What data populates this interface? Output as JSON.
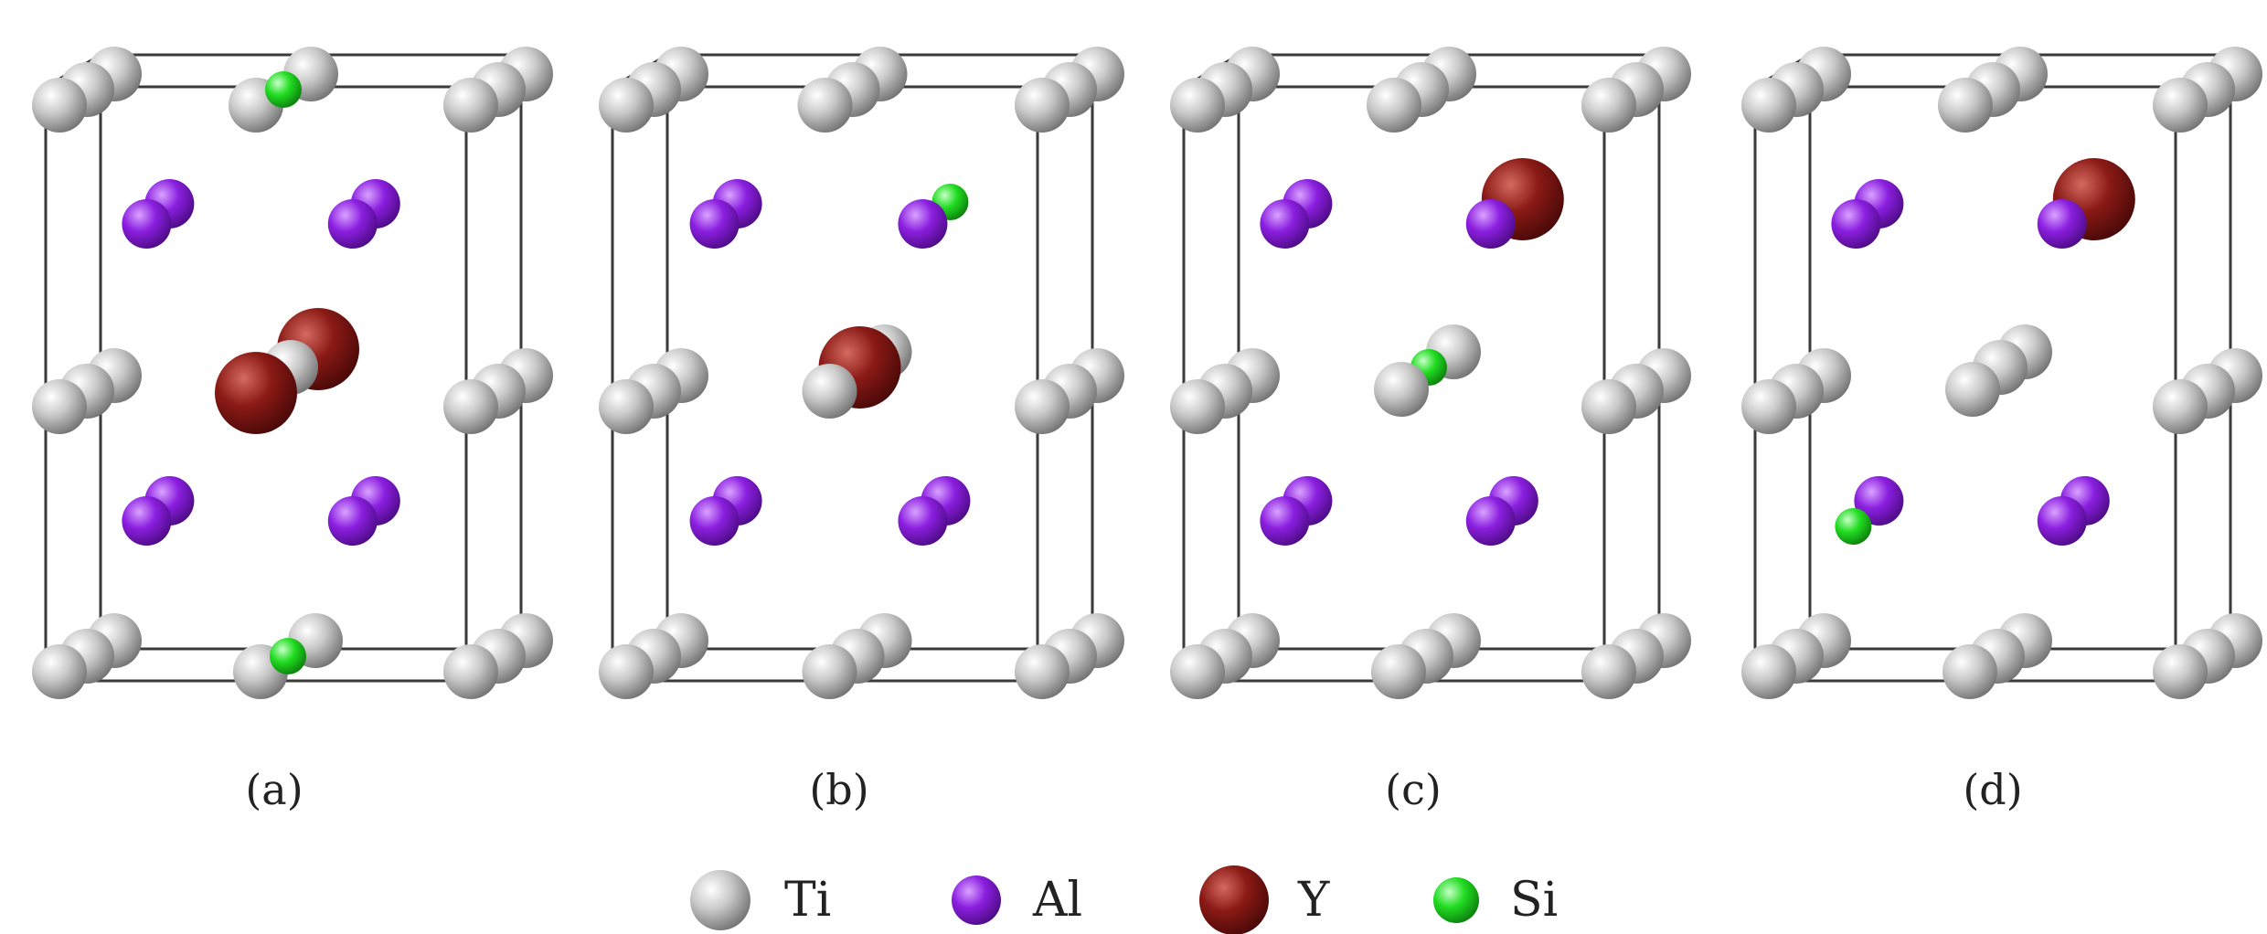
{
  "panels": [
    {
      "label": "(a)"
    },
    {
      "label": "(b)"
    },
    {
      "label": "(c)"
    },
    {
      "label": "(d)"
    }
  ],
  "legend": [
    {
      "label": "Ti",
      "icon": "ti-atom-icon",
      "color": "#bdbdbd"
    },
    {
      "label": "Al",
      "icon": "al-atom-icon",
      "color": "#8b1fe0"
    },
    {
      "label": "Y",
      "icon": "y-atom-icon",
      "color": "#8b1a16"
    },
    {
      "label": "Si",
      "icon": "si-atom-icon",
      "color": "#22dd22"
    }
  ],
  "colors": {
    "Ti": "#bdbdbd",
    "Al": "#8b1fe0",
    "Y": "#8b1a16",
    "Si": "#22dd22",
    "frame": "#3a3a3a"
  }
}
